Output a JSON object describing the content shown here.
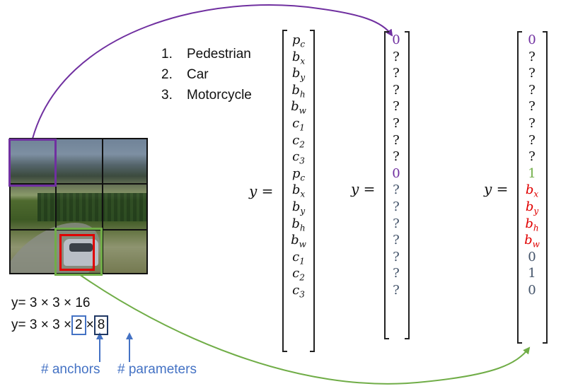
{
  "classes": [
    {
      "num": "1.",
      "label": "Pedestrian"
    },
    {
      "num": "2.",
      "label": "Car"
    },
    {
      "num": "3.",
      "label": "Motorcycle"
    }
  ],
  "equations": {
    "line1": "y= 3 × 3 × 16",
    "line2_prefix": "y= 3 × 3 ×",
    "anchors_value": "2",
    "times": "×",
    "params_value": "8"
  },
  "captions": {
    "anchors": "# anchors",
    "parameters": "# parameters"
  },
  "vector_label": "y =",
  "generic_vector": [
    "p_c",
    "b_x",
    "b_y",
    "b_h",
    "b_w",
    "c_1",
    "c_2",
    "c_3",
    "p_c",
    "b_x",
    "b_y",
    "b_h",
    "b_w",
    "c_1",
    "c_2",
    "c_3"
  ],
  "vector_purple_cell": [
    "0",
    "?",
    "?",
    "?",
    "?",
    "?",
    "?",
    "?",
    "0",
    "?",
    "?",
    "?",
    "?",
    "?",
    "?",
    "?"
  ],
  "vector_green_cell": [
    "0",
    "?",
    "?",
    "?",
    "?",
    "?",
    "?",
    "?",
    "1",
    "b_x",
    "b_y",
    "b_h",
    "b_w",
    "0",
    "1",
    "0"
  ],
  "colors": {
    "purple": "#7030a0",
    "green": "#70ad47",
    "red": "#e00000",
    "blue": "#4472c4",
    "navy": "#203864",
    "slate": "#44546a"
  }
}
